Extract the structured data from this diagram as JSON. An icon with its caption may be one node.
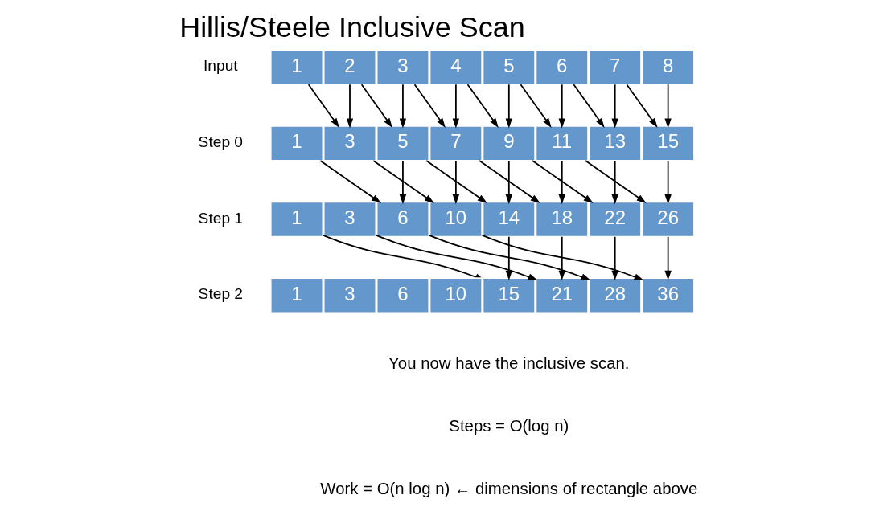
{
  "diagram": {
    "title": "Hillis/Steele Inclusive Scan",
    "nodes": [
      {
        "text": [
          "1"
        ]
      },
      {
        "text": [
          "2"
        ]
      },
      {
        "text": [
          "3"
        ]
      },
      {
        "text": [
          "4"
        ]
      },
      {
        "text": [
          "5"
        ]
      },
      {
        "text": [
          "6"
        ]
      },
      {
        "text": [
          "7"
        ]
      },
      {
        "text": [
          "8"
        ]
      },
      {
        "text": [
          "1"
        ]
      },
      {
        "text": [
          "3"
        ]
      },
      {
        "text": [
          "5"
        ]
      },
      {
        "text": [
          "7"
        ]
      },
      {
        "text": [
          "9"
        ]
      },
      {
        "text": [
          "11"
        ]
      },
      {
        "text": [
          "13"
        ]
      },
      {
        "text": [
          "15"
        ]
      },
      {
        "text": [
          "1"
        ]
      },
      {
        "text": [
          "3"
        ]
      },
      {
        "text": [
          "6"
        ]
      },
      {
        "text": [
          "10"
        ]
      },
      {
        "text": [
          "14"
        ]
      },
      {
        "text": [
          "18"
        ]
      },
      {
        "text": [
          "22"
        ]
      },
      {
        "text": [
          "26"
        ]
      },
      {
        "text": [
          "1"
        ]
      },
      {
        "text": [
          "3"
        ]
      },
      {
        "text": [
          "6"
        ]
      },
      {
        "text": [
          "10"
        ]
      },
      {
        "text": [
          "15"
        ]
      },
      {
        "text": [
          "21"
        ]
      },
      {
        "text": [
          "28"
        ]
      },
      {
        "text": [
          "36"
        ]
      }
    ],
    "edges": [
      {
        "from": 0,
        "to": 9,
        "arrow": "to"
      },
      {
        "from": 1,
        "to": 9,
        "arrow": "to"
      },
      {
        "from": 1,
        "to": 10,
        "arrow": "to"
      },
      {
        "from": 2,
        "to": 10,
        "arrow": "to"
      },
      {
        "from": 2,
        "to": 11,
        "arrow": "to"
      },
      {
        "from": 3,
        "to": 11,
        "arrow": "to"
      },
      {
        "from": 3,
        "to": 12,
        "arrow": "to"
      },
      {
        "from": 4,
        "to": 12,
        "arrow": "to"
      },
      {
        "from": 4,
        "to": 13,
        "arrow": "to"
      },
      {
        "from": 5,
        "to": 13,
        "arrow": "to"
      },
      {
        "from": 5,
        "to": 14,
        "arrow": "to"
      },
      {
        "from": 6,
        "to": 14,
        "arrow": "to"
      },
      {
        "from": 6,
        "to": 15,
        "arrow": "to"
      },
      {
        "from": 7,
        "to": 15,
        "arrow": "to"
      },
      {
        "from": 8,
        "to": 18,
        "arrow": "to"
      },
      {
        "from": 9,
        "to": 19,
        "arrow": "to"
      },
      {
        "from": 10,
        "to": 18,
        "arrow": "to"
      },
      {
        "from": 10,
        "to": 20,
        "arrow": "to"
      },
      {
        "from": 11,
        "to": 19,
        "arrow": "to"
      },
      {
        "from": 11,
        "to": 21,
        "arrow": "to"
      },
      {
        "from": 12,
        "to": 20,
        "arrow": "to"
      },
      {
        "from": 12,
        "to": 22,
        "arrow": "to"
      },
      {
        "from": 13,
        "to": 21,
        "arrow": "to"
      },
      {
        "from": 13,
        "to": 23,
        "arrow": "to"
      },
      {
        "from": 14,
        "to": 22,
        "arrow": "to"
      },
      {
        "from": 15,
        "to": 23,
        "arrow": "to"
      },
      {
        "from": 16,
        "to": 28,
        "arrow": "to"
      },
      {
        "from": 17,
        "to": 29,
        "arrow": "to"
      },
      {
        "from": 18,
        "to": 30,
        "arrow": "to"
      },
      {
        "from": 19,
        "to": 31,
        "arrow": "to"
      },
      {
        "from": 20,
        "to": 28,
        "arrow": "to"
      },
      {
        "from": 21,
        "to": 29,
        "arrow": "to"
      },
      {
        "from": 22,
        "to": 30,
        "arrow": "to"
      },
      {
        "from": 23,
        "to": 31,
        "arrow": "to"
      }
    ],
    "labels": [
      "Input",
      "Step 0",
      "Step 1",
      "Step 2",
      "You now have the inclusive scan.",
      "Steps = O(log n)",
      "Work = O(n log n) ← dimensions of rectangle above"
    ]
  }
}
